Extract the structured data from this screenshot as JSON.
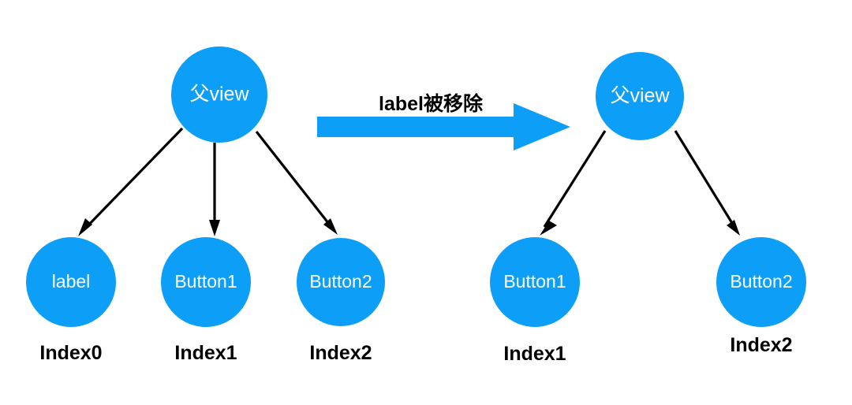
{
  "diagram": {
    "background_color": "#ffffff",
    "node_color": "#0D9FF7",
    "node_text_color": "#ffffff",
    "edge_color": "#000000",
    "caption_color": "#000000",
    "transition": {
      "label": "label被移除",
      "arrow_color": "#0D9FF7",
      "arrow_icon": "right-block-arrow-icon"
    },
    "before": {
      "parent": {
        "label": "父view"
      },
      "children": [
        {
          "label": "label",
          "index_caption": "Index0"
        },
        {
          "label": "Button1",
          "index_caption": "Index1"
        },
        {
          "label": "Button2",
          "index_caption": "Index2"
        }
      ]
    },
    "after": {
      "parent": {
        "label": "父view"
      },
      "children": [
        {
          "label": "Button1",
          "index_caption": "Index1"
        },
        {
          "label": "Button2",
          "index_caption": "Index2"
        }
      ]
    }
  }
}
